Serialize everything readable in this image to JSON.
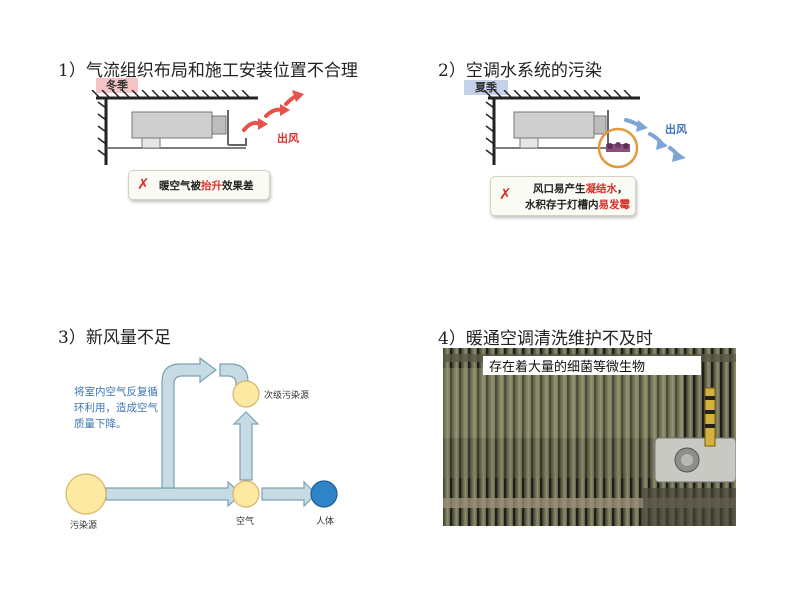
{
  "panels": [
    {
      "title": "1）气流组织布局和施工安装位置不合理",
      "season_tag": "冬季",
      "season_color": "#f4c3c3",
      "airflow_label": "出风",
      "callout": {
        "prefix": "暖空气被",
        "highlight": "抬升",
        "suffix": "效果差"
      }
    },
    {
      "title": "2）空调水系统的污染",
      "season_tag": "夏季",
      "season_color": "#c4d3ea",
      "airflow_label": "出风",
      "callout": {
        "line1_prefix": "风口易产生",
        "line1_highlight": "凝结水",
        "line1_suffix": "，",
        "line2_prefix": "水积存于灯槽内",
        "line2_highlight": "易发霉"
      }
    },
    {
      "title": "3）新风量不足",
      "description": "将室内空气反复循环利用，造成空气质量下降。",
      "nodes": {
        "source": "污染源",
        "air": "空气",
        "human": "人体",
        "secondary": "次级污染源"
      }
    },
    {
      "title": "4）暖通空调清洗维护不及时",
      "caption": "存在着大量的细菌等微生物"
    }
  ],
  "colors": {
    "red_accent": "#d9312a",
    "blue_accent": "#3d74b5",
    "node_yellow": "#fde9a2",
    "node_blue": "#2f83c8",
    "flow_arrow": "#c6dbe3"
  }
}
